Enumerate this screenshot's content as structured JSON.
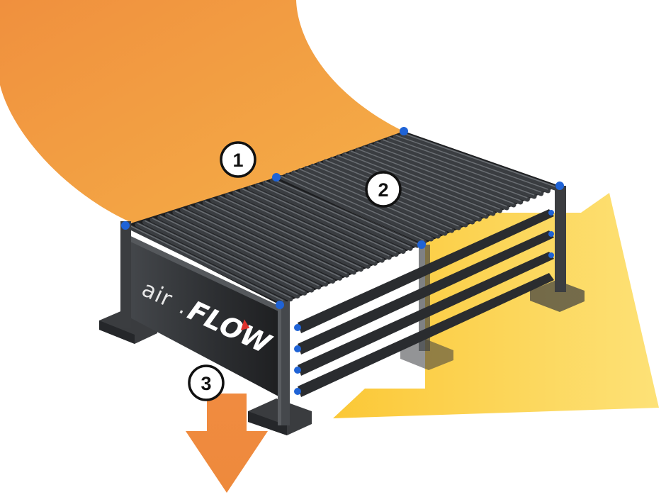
{
  "diagram": {
    "callouts": [
      {
        "id": 1,
        "label": "1"
      },
      {
        "id": 2,
        "label": "2"
      },
      {
        "id": 3,
        "label": "3"
      }
    ],
    "brand": {
      "prefix": "air",
      "separator": ".",
      "name": "FLOW"
    },
    "colors": {
      "orange_arrow": "#f0903e",
      "orange_arrow_light": "#f5b048",
      "yellow_arrow": "#fbc52c",
      "yellow_arrow_light": "#fde070",
      "frame": "#3b3d40",
      "panel": "#2c2e31",
      "tube": "#25272a",
      "connector_blue": "#1f63d6",
      "logo_red": "#e0322c"
    }
  }
}
